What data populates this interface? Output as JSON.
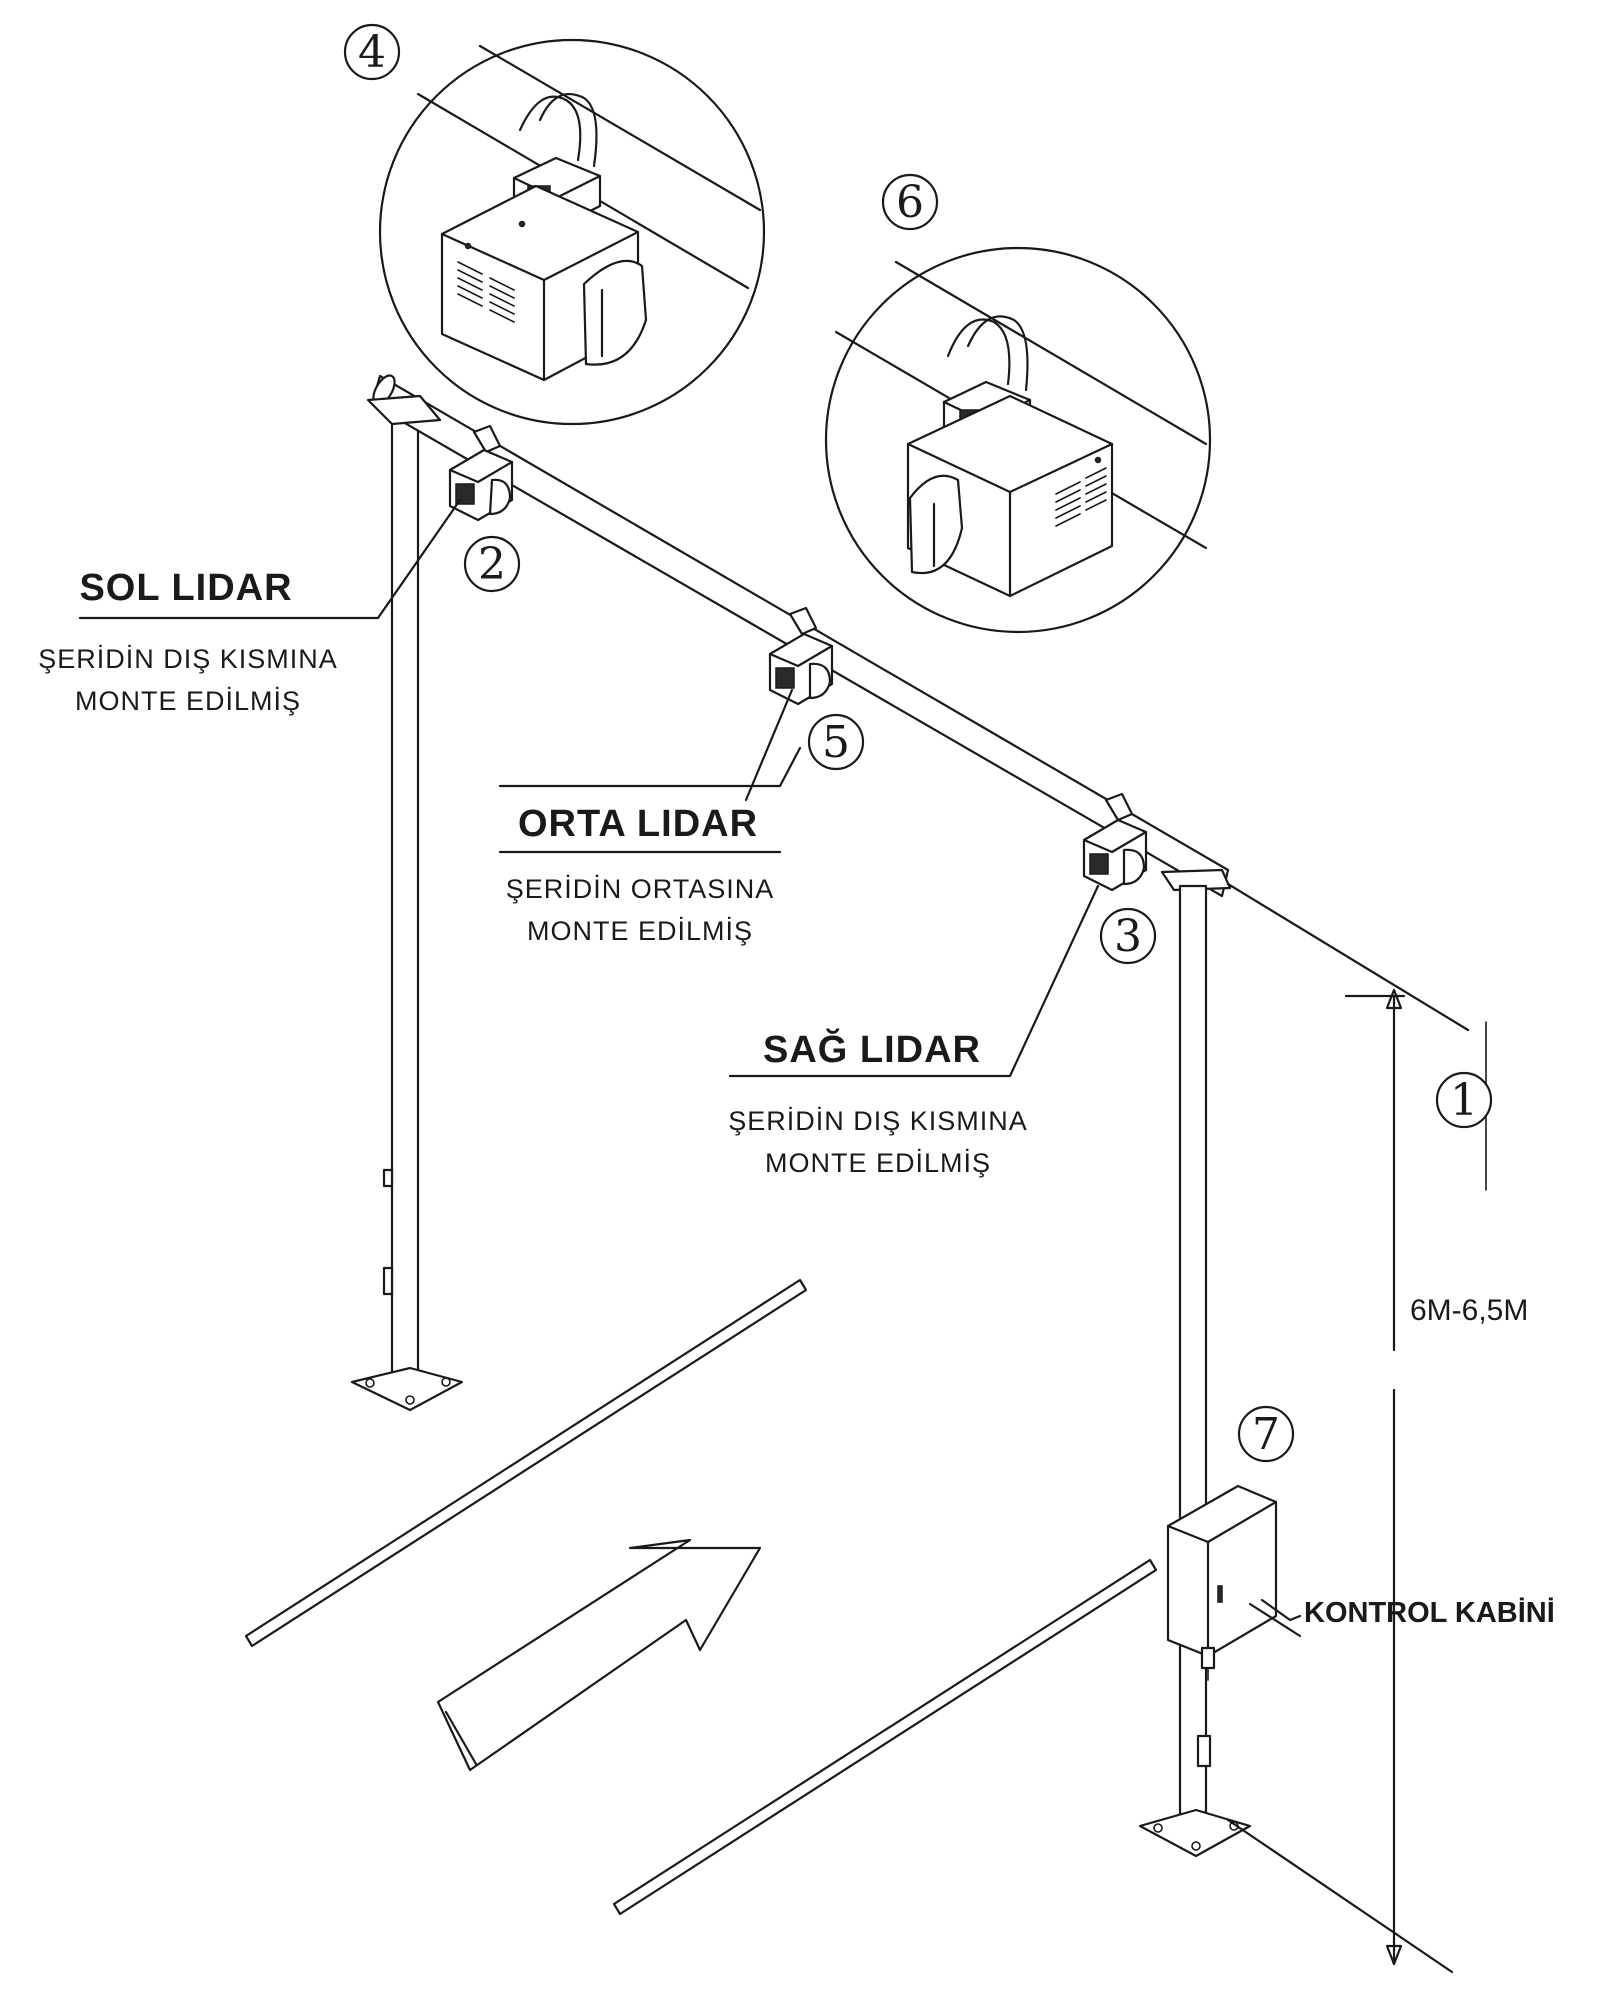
{
  "callouts": {
    "c1": "1",
    "c2": "2",
    "c3": "3",
    "c4": "4",
    "c5": "5",
    "c6": "6",
    "c7": "7"
  },
  "labels": {
    "sol_title": "SOL LIDAR",
    "sol_line1": "ŞERİDİN DIŞ KISMINA",
    "sol_line2": "MONTE EDİLMİŞ",
    "orta_title": "ORTA LIDAR",
    "orta_line1": "ŞERİDİN ORTASINA",
    "orta_line2": "MONTE EDİLMİŞ",
    "sag_title": "SAĞ LIDAR",
    "sag_line1": "ŞERİDİN DIŞ KISMINA",
    "sag_line2": "MONTE EDİLMİŞ",
    "kontrol": "KONTROL KABİNİ",
    "height": "6M-6,5M"
  }
}
